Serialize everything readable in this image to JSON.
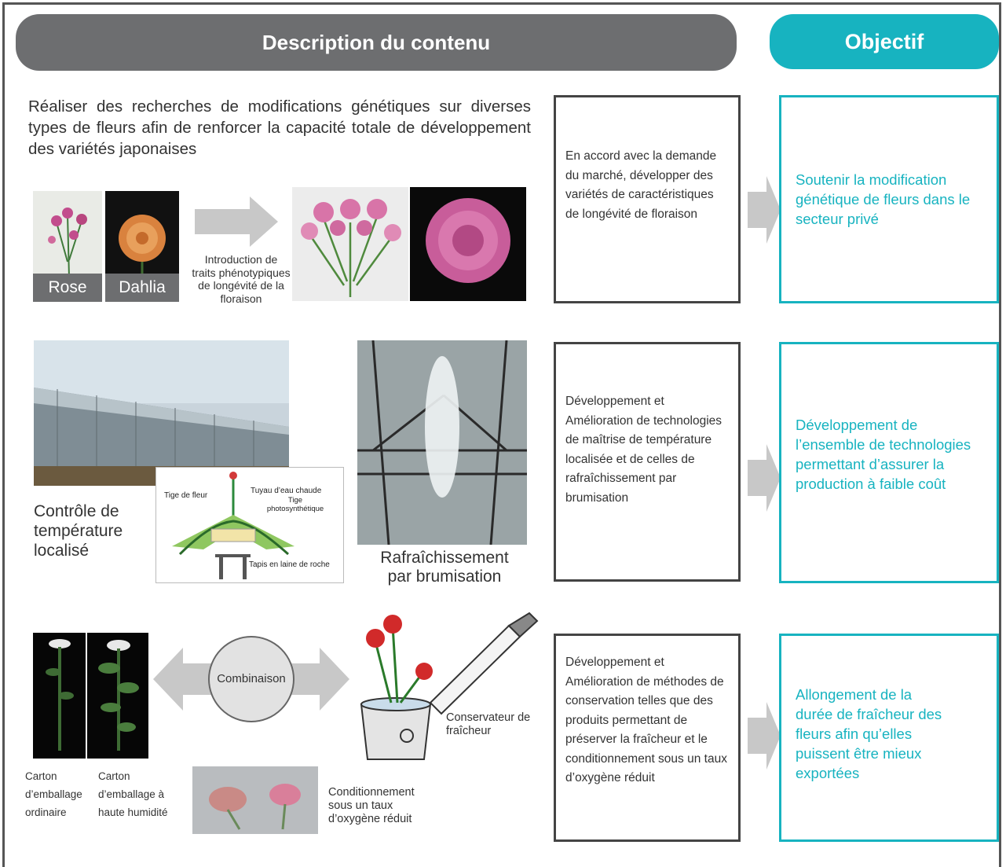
{
  "header": {
    "description": "Description du contenu",
    "objective": "Objectif"
  },
  "intro": "Réaliser des recherches de modifications génétiques sur diverses types de fleurs afin de renforcer la capacité totale de développement des variétés japonaises",
  "row1": {
    "label_rose": "Rose",
    "label_dahlia": "Dahlia",
    "arrow_text": "Introduction de traits phénotypiques de longévité de la floraison",
    "middle": "En accord avec la demande du marché, développer des variétés de caractéristiques de longévité de floraison",
    "objective": "Soutenir la modification génétique de fleurs dans le secteur privé"
  },
  "row2": {
    "temp_control": "Contrôle de température localisé",
    "diagram_stem": "Tige de fleur",
    "diagram_pipe": "Tuyau d’eau chaude",
    "diagram_photo": "Tige photosynthétique",
    "diagram_mat": "Tapis en laine de roche",
    "mist": "Rafraîchissement par brumisation",
    "middle": "Développement et Amélioration de technologies de maîtrise de température localisée et de celles de rafraîchissement par brumisation",
    "objective": "Développement de l’ensemble de technologies permettant d’assurer la production à faible coût"
  },
  "row3": {
    "combination": "Combinaison",
    "carton1": "Carton d’emballage ordinaire",
    "carton2": "Carton d’emballage à haute humidité",
    "preservative": "Conservateur de fraîcheur",
    "packaging": "Conditionnement sous un taux d’oxygène réduit",
    "middle": "Développement et Amélioration de méthodes de conservation telles que des produits permettant de préserver la fraîcheur et le conditionnement sous un taux d’oxygène réduit",
    "objective": "Allongement de la durée de fraîcheur des fleurs afin qu’elles puissent être mieux exportées"
  },
  "colors": {
    "gray": "#6d6e70",
    "teal": "#17b3c0",
    "arrow": "#c8c8c8"
  }
}
